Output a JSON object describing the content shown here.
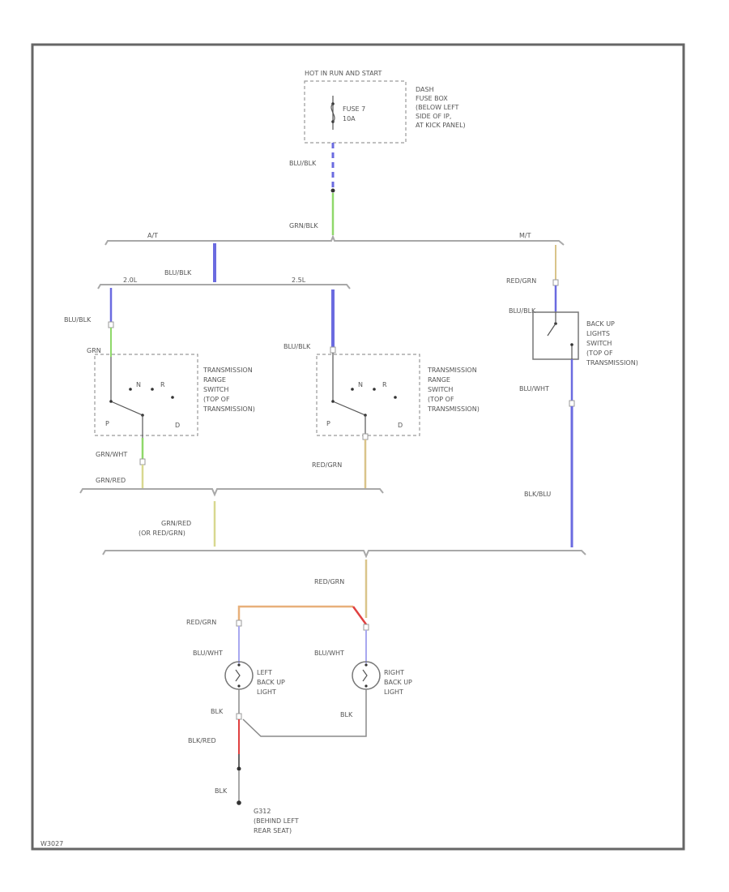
{
  "fuse_box": {
    "header": "HOT IN RUN AND START",
    "fuse": [
      "FUSE 7",
      "10A"
    ],
    "location": [
      "DASH",
      "FUSE BOX",
      "(BELOW LEFT",
      "SIDE OF IP,",
      "AT KICK PANEL)"
    ]
  },
  "wires": {
    "fuse_out": "BLU/BLK",
    "main_feed": "GRN/BLK",
    "at_feed": "BLU/BLK",
    "tr1_in": "BLU/BLK",
    "tr1_in_short": "GRN",
    "tr2_in": "BLU/BLK",
    "tr1_out": "GRN/WHT",
    "tr1_bus": "GRN/RED",
    "tr2_out": "RED/GRN",
    "mt_in": "RED/GRN",
    "switch_in": "BLU/BLK",
    "switch_out": "BLU/WHT",
    "mt_out": "BLK/BLU",
    "merge": [
      "GRN/RED",
      "(OR RED/GRN)"
    ],
    "lights_feed": "RED/GRN",
    "left_feed": "RED/GRN",
    "left_lamp_in": "BLU/WHT",
    "right_lamp_in": "BLU/WHT",
    "left_gnd": "BLK",
    "right_gnd": "BLK",
    "gnd_wire": "BLK/RED",
    "gnd_bottom": "BLK"
  },
  "splices": {
    "at": "A/T",
    "mt": "M/T",
    "left_engine": "2.0L",
    "right_engine": "2.5L"
  },
  "trans_switch_left": {
    "label": [
      "TRANSMISSION",
      "RANGE",
      "SWITCH",
      "(TOP OF",
      "TRANSMISSION)"
    ],
    "pos_n": "N",
    "pos_p": "P",
    "pos_r": "R",
    "pos_d": "D"
  },
  "trans_switch_right": {
    "label": [
      "TRANSMISSION",
      "RANGE",
      "SWITCH",
      "(TOP OF",
      "TRANSMISSION)"
    ],
    "pos_n": "N",
    "pos_p": "P",
    "pos_r": "R",
    "pos_d": "D"
  },
  "backup_switch": {
    "label": [
      "BACK UP",
      "LIGHTS",
      "SWITCH",
      "(TOP OF",
      "TRANSMISSION)"
    ]
  },
  "left_light": {
    "label": [
      "LEFT",
      "BACK UP",
      "LIGHT"
    ]
  },
  "right_light": {
    "label": [
      "RIGHT",
      "BACK UP",
      "LIGHT"
    ]
  },
  "ground": {
    "label": [
      "G312",
      "(BEHIND LEFT",
      "REAR SEAT)"
    ]
  },
  "footer": {
    "code": "W3027"
  },
  "colors": {
    "blue": "#6b6be0",
    "green": "#8fd86a",
    "tan": "#d9c48a",
    "orange": "#e8b07a",
    "red": "#e04040",
    "dark": "#444444"
  }
}
